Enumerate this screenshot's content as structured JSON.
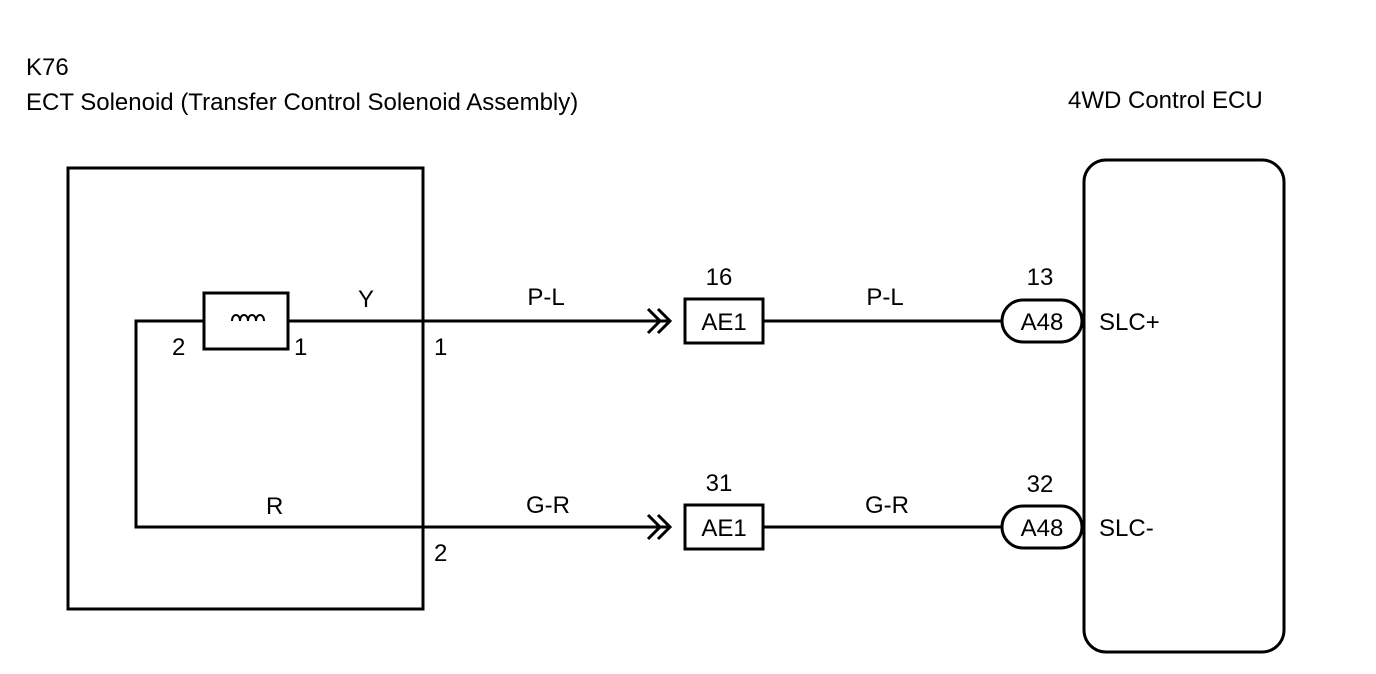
{
  "component": {
    "code": "K76",
    "name": "ECT Solenoid (Transfer Control Solenoid Assembly)",
    "coil_pin_left": "2",
    "coil_pin_right": "1",
    "terminal_top": "1",
    "terminal_bottom": "2",
    "wire_top_color": "Y",
    "wire_bottom_color": "R"
  },
  "ecu": {
    "name": "4WD Control ECU",
    "signal_top": "SLC+",
    "signal_bottom": "SLC-"
  },
  "circuits": [
    {
      "wire_color_left": "P-L",
      "junction_pin": "16",
      "junction_connector": "AE1",
      "wire_color_right": "P-L",
      "ecu_pin": "13",
      "ecu_connector": "A48"
    },
    {
      "wire_color_left": "G-R",
      "junction_pin": "31",
      "junction_connector": "AE1",
      "wire_color_right": "G-R",
      "ecu_pin": "32",
      "ecu_connector": "A48"
    }
  ],
  "colors": {
    "line": "#000000",
    "background": "#ffffff"
  }
}
